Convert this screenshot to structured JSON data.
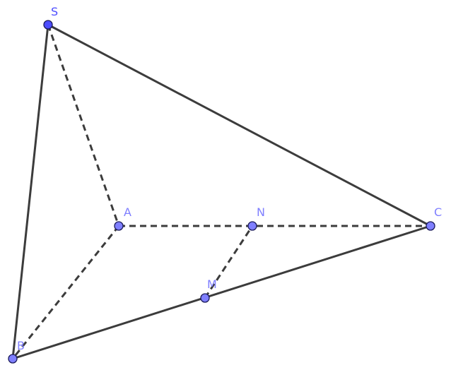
{
  "diagram": {
    "colors": {
      "edge": "#3c3c3c",
      "point_main": "#4d4dff",
      "point_aux": "#7f7fff",
      "point_stroke": "#1a1a5a",
      "label_main": "#4d4dff",
      "label_aux": "#7f7fff"
    },
    "points": [
      {
        "id": "S",
        "label": "S",
        "kind": "main"
      },
      {
        "id": "A",
        "label": "A",
        "kind": "aux"
      },
      {
        "id": "B",
        "label": "B",
        "kind": "aux"
      },
      {
        "id": "C",
        "label": "C",
        "kind": "aux"
      },
      {
        "id": "M",
        "label": "M",
        "kind": "aux"
      },
      {
        "id": "N",
        "label": "N",
        "kind": "aux"
      }
    ],
    "segments": [
      {
        "from": "S",
        "to": "B",
        "style": "solid"
      },
      {
        "from": "S",
        "to": "C",
        "style": "solid"
      },
      {
        "from": "B",
        "to": "C",
        "style": "solid"
      },
      {
        "from": "S",
        "to": "A",
        "style": "dashed"
      },
      {
        "from": "A",
        "to": "B",
        "style": "dashed"
      },
      {
        "from": "A",
        "to": "C",
        "style": "dashed"
      },
      {
        "from": "M",
        "to": "N",
        "style": "dashed"
      }
    ]
  }
}
